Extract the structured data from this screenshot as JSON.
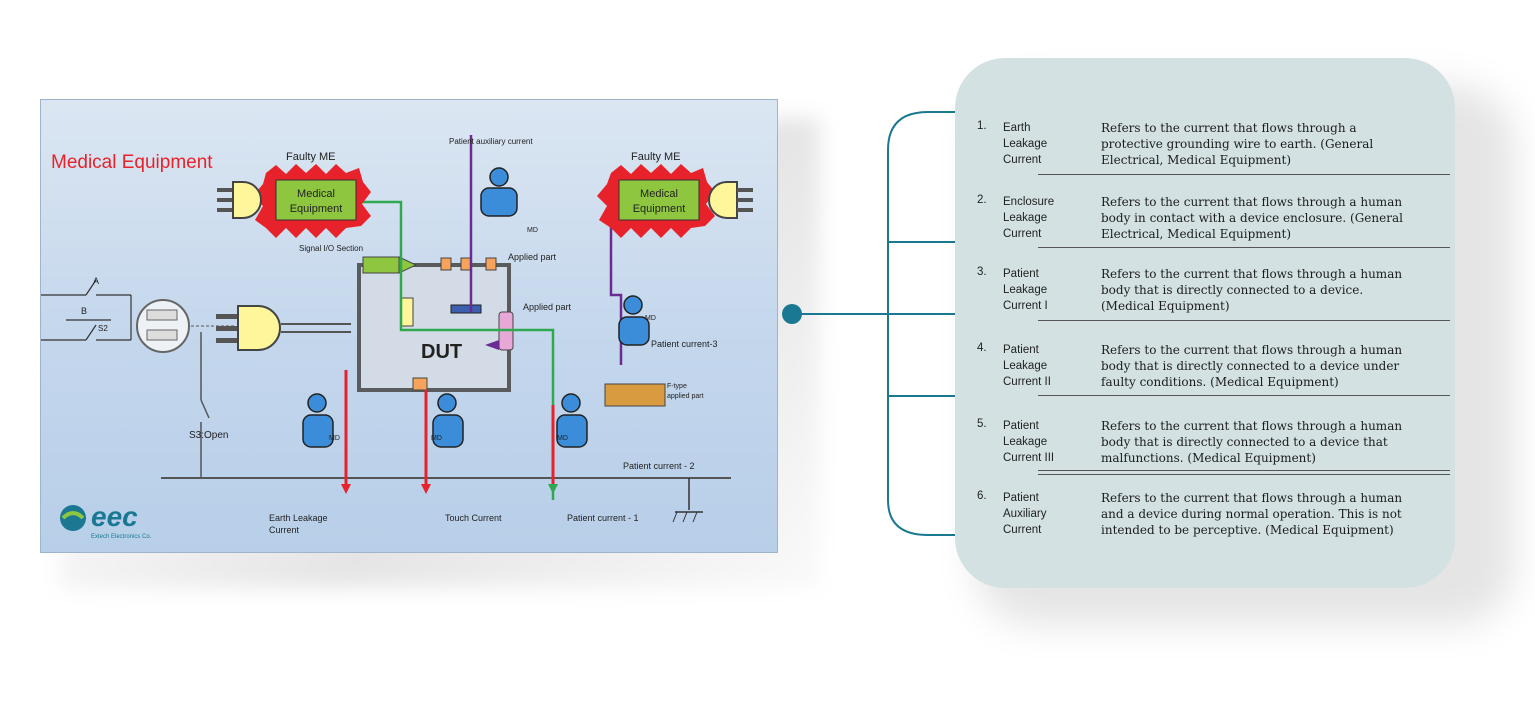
{
  "diagram": {
    "title": "Medical Equipment",
    "faulty_left": "Faulty ME",
    "faulty_right": "Faulty ME",
    "me_left": [
      "Medical",
      "Equipment"
    ],
    "me_right": [
      "Medical",
      "Equipment"
    ],
    "patient_aux": "Patient auxiliary current",
    "signal_io": "Signal I/O Section",
    "applied_part_1": "Applied part",
    "applied_part_2": "Applied part",
    "dut": "DUT",
    "patient_current_3": "Patient current-3",
    "f_type": [
      "F-type",
      "applied part"
    ],
    "s3": "S3:Open",
    "s2": "S2",
    "a": "A",
    "b": "B",
    "md": "MD",
    "patient_current_2": "Patient current - 2",
    "earth_leakage": [
      "Earth Leakage",
      "Current"
    ],
    "touch_current": "Touch Current",
    "patient_current_1": "Patient current - 1",
    "logo_text": "eec",
    "logo_sub": "Extech Electronics Co."
  },
  "definitions": [
    {
      "num": "1.",
      "term": [
        "Earth",
        "Leakage",
        "Current"
      ],
      "desc": [
        "Refers to the current that flows through a",
        "protective grounding wire to earth. (General",
        "Electrical, Medical Equipment)"
      ]
    },
    {
      "num": "2.",
      "term": [
        "Enclosure",
        "Leakage",
        "Current"
      ],
      "desc": [
        "Refers to the current that flows through a human",
        "body in contact with a device enclosure. (General",
        "Electrical, Medical Equipment)"
      ]
    },
    {
      "num": "3.",
      "term": [
        "Patient",
        "Leakage",
        "Current I"
      ],
      "desc": [
        "Refers to the current that flows through a human",
        "body that is directly connected to a device.",
        "(Medical Equipment)"
      ]
    },
    {
      "num": "4.",
      "term": [
        "Patient",
        "Leakage",
        "Current II"
      ],
      "desc": [
        "Refers to the current that flows through a human",
        "body that is directly connected to a device under",
        "faulty conditions.  (Medical Equipment)"
      ]
    },
    {
      "num": "5.",
      "term": [
        "Patient",
        "Leakage",
        "Current III"
      ],
      "desc": [
        "Refers to the current that flows through a human",
        "body that is directly connected to a device that",
        "malfunctions.  (Medical Equipment)"
      ]
    },
    {
      "num": "6.",
      "term": [
        "Patient",
        "Auxiliary",
        "Current"
      ],
      "desc": [
        "Refers to the current that flows through a human",
        "and a device during normal operation. This is not",
        "intended to be perceptive. (Medical Equipment)"
      ]
    }
  ],
  "colors": {
    "accent": "#1a7892",
    "title_red": "#e8222a",
    "me_green": "#8ec63f",
    "wire_red": "#e8222a",
    "wire_green": "#2fa84f",
    "wire_purple": "#6a2c91"
  }
}
